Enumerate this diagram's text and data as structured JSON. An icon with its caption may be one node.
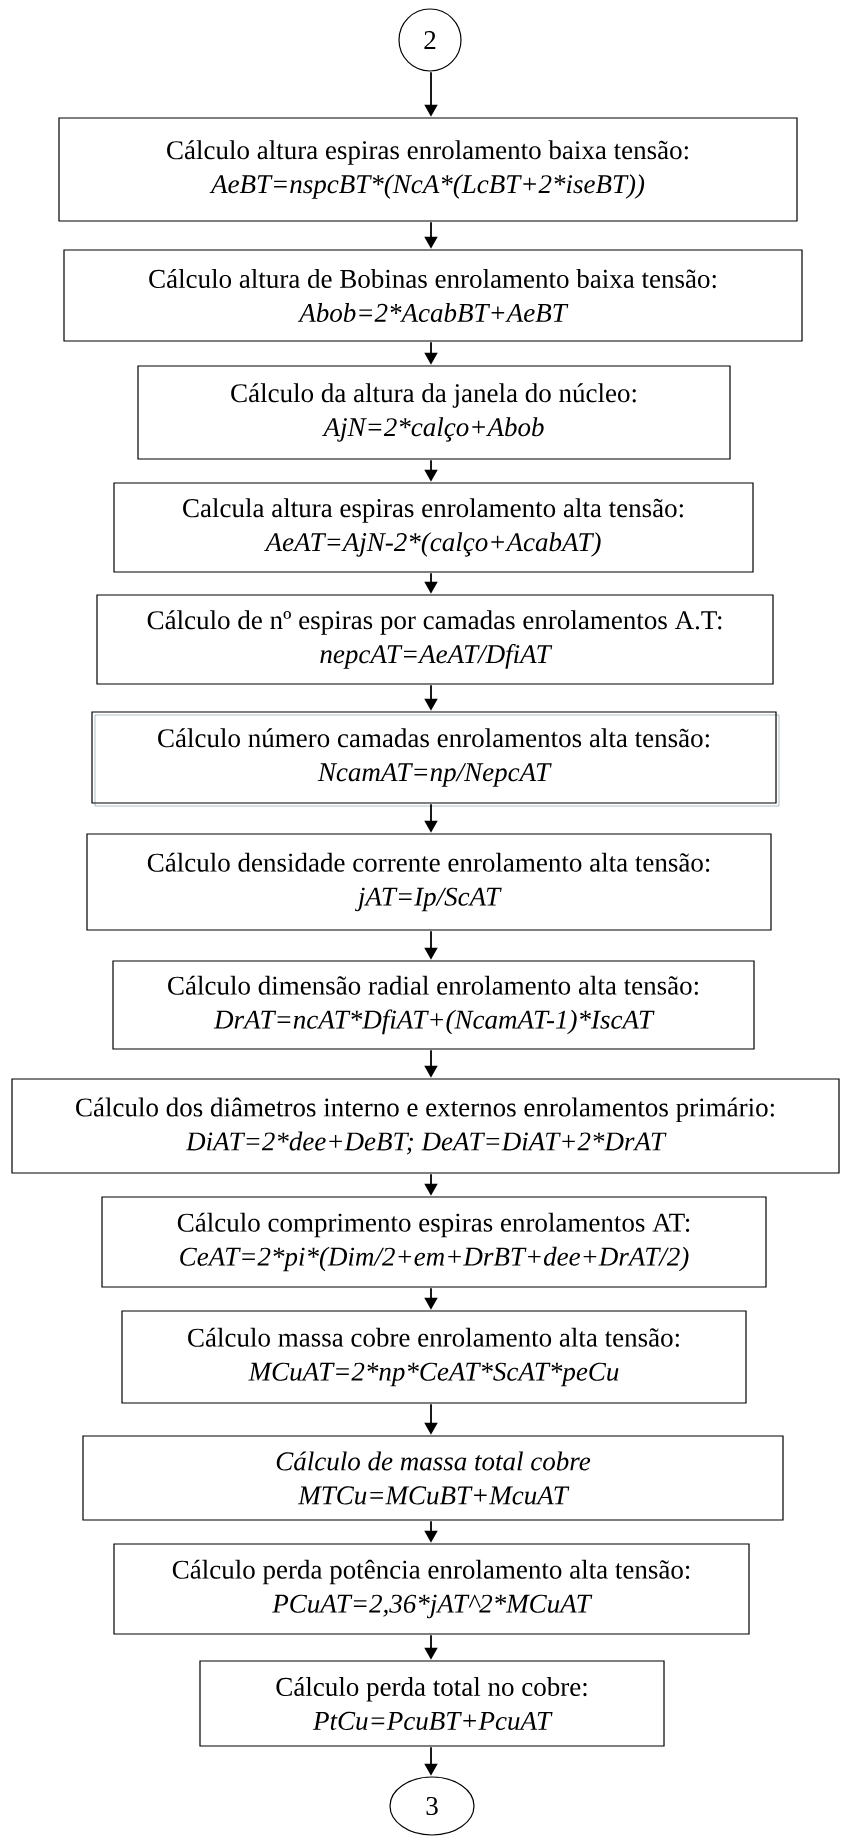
{
  "diagram": {
    "nodes": [
      {
        "text": [
          "2"
        ]
      },
      {
        "text": [
          "Cálculo altura espiras enrolamento baixa tensão:",
          "AeBT=nspcBT*(NcA*(LcBT+2*iseBT))"
        ]
      },
      {
        "text": [
          "Cálculo altura de Bobinas enrolamento baixa tensão:",
          "Abob=2*AcabBT+AeBT"
        ]
      },
      {
        "text": [
          "Cálculo da altura da janela do núcleo:",
          "AjN=2*calço+Abob"
        ]
      },
      {
        "text": [
          "Calcula altura espiras enrolamento alta tensão:",
          "AeAT=AjN-2*(calço+AcabAT)"
        ]
      },
      {
        "text": [
          "Cálculo de nº espiras por camadas enrolamentos A.T:",
          "nepcAT=AeAT/DfiAT"
        ]
      },
      {
        "text": [
          "Cálculo número camadas enrolamentos alta tensão:",
          "NcamAT=np/NepcAT"
        ]
      },
      {
        "text": [
          "Cálculo densidade corrente enrolamento alta tensão:",
          "jAT=Ip/ScAT"
        ]
      },
      {
        "text": [
          "Cálculo dimensão radial enrolamento alta tensão:",
          "DrAT=ncAT*DfiAT+(NcamAT-1)*IscAT"
        ]
      },
      {
        "text": [
          "Cálculo dos diâmetros interno e externos enrolamentos primário:",
          "DiAT=2*dee+DeBT; DeAT=DiAT+2*DrAT"
        ]
      },
      {
        "text": [
          "Cálculo comprimento espiras enrolamentos AT:",
          "CeAT=2*pi*(Dim/2+em+DrBT+dee+DrAT/2)"
        ]
      },
      {
        "text": [
          "Cálculo massa cobre enrolamento alta tensão:",
          "MCuAT=2*np*CeAT*ScAT*peCu"
        ]
      },
      {
        "text": [
          "Cálculo de massa total cobre",
          "MTCu=MCuBT+McuAT"
        ]
      },
      {
        "text": [
          "Cálculo perda potência enrolamento alta tensão:",
          "PCuAT=2,36*jAT^2*MCuAT"
        ]
      },
      {
        "text": [
          "Cálculo perda total no cobre:",
          "PtCu=PcuBT+PcuAT"
        ]
      },
      {
        "text": [
          "3"
        ]
      }
    ],
    "edges": [
      {
        "from": 0,
        "to": 1,
        "arrow": "to"
      },
      {
        "from": 1,
        "to": 2,
        "arrow": "to"
      },
      {
        "from": 2,
        "to": 3,
        "arrow": "to"
      },
      {
        "from": 3,
        "to": 4,
        "arrow": "to"
      },
      {
        "from": 4,
        "to": 5,
        "arrow": "to"
      },
      {
        "from": 5,
        "to": 6,
        "arrow": "to"
      },
      {
        "from": 6,
        "to": 7,
        "arrow": "to"
      },
      {
        "from": 7,
        "to": 8,
        "arrow": "to"
      },
      {
        "from": 8,
        "to": 9,
        "arrow": "to"
      },
      {
        "from": 9,
        "to": 10,
        "arrow": "to"
      },
      {
        "from": 10,
        "to": 11,
        "arrow": "to"
      },
      {
        "from": 11,
        "to": 12,
        "arrow": "to"
      },
      {
        "from": 12,
        "to": 13,
        "arrow": "to"
      },
      {
        "from": 13,
        "to": 14,
        "arrow": "to"
      },
      {
        "from": 14,
        "to": 15,
        "arrow": "to"
      }
    ]
  }
}
